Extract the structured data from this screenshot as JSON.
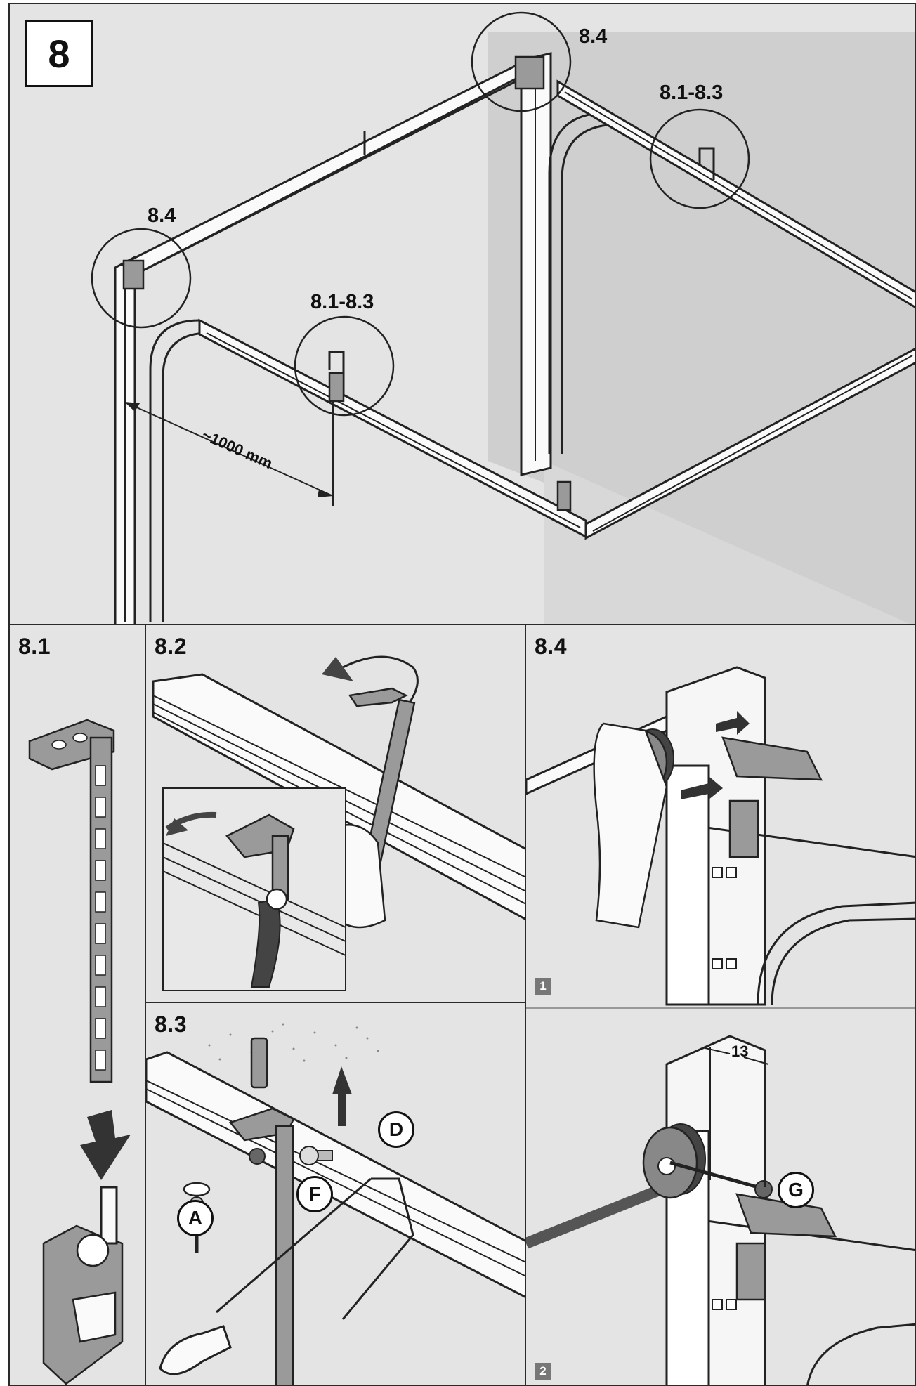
{
  "step_number": "8",
  "overview": {
    "callouts": [
      "8.4",
      "8.1-8.3",
      "8.4",
      "8.1-8.3"
    ],
    "dimension": "~1000 mm"
  },
  "panels": {
    "p81": {
      "label": "8.1"
    },
    "p82": {
      "label": "8.2"
    },
    "p83": {
      "label": "8.3",
      "parts": [
        "D",
        "F",
        "A"
      ]
    },
    "p84": {
      "label": "8.4",
      "sub_steps": [
        "1",
        "2"
      ],
      "dimension": "13",
      "parts": [
        "G"
      ]
    }
  }
}
